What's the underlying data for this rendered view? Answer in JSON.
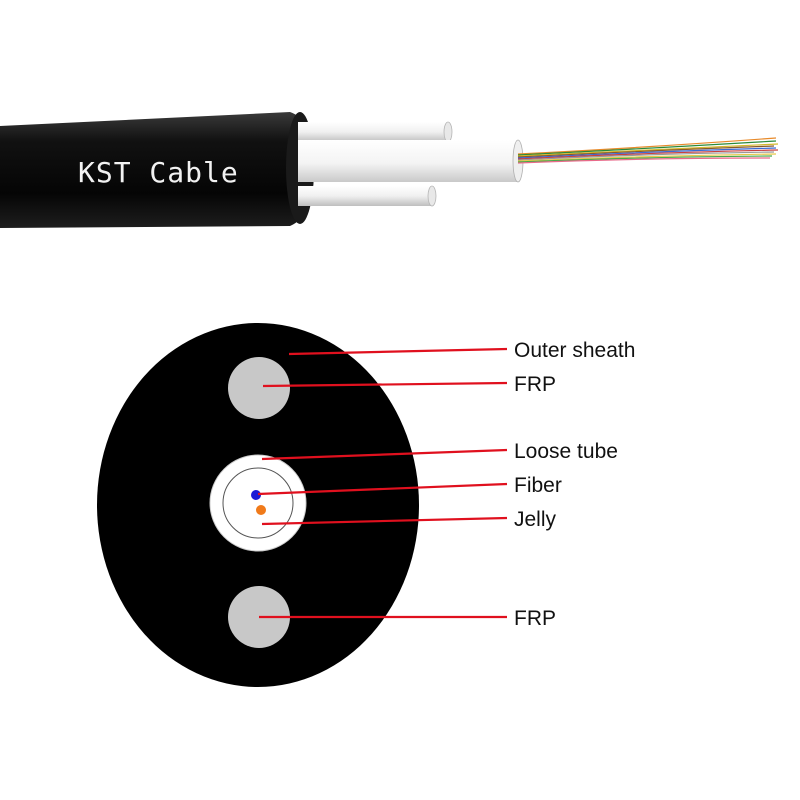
{
  "cable": {
    "brand_text": "KST Cable"
  },
  "callouts": [
    {
      "id": "outer-sheath",
      "label": "Outer sheath"
    },
    {
      "id": "frp-top",
      "label": "FRP"
    },
    {
      "id": "loose-tube",
      "label": "Loose tube"
    },
    {
      "id": "fiber",
      "label": "Fiber"
    },
    {
      "id": "jelly",
      "label": "Jelly"
    },
    {
      "id": "frp-bottom",
      "label": "FRP"
    }
  ],
  "colors": {
    "sheath": "#000000",
    "frp": "#c8c8c8",
    "tube": "#ffffff",
    "leader": "#e0101e",
    "fiber_blue": "#1b1bd6",
    "fiber_orange": "#f07a1a"
  }
}
